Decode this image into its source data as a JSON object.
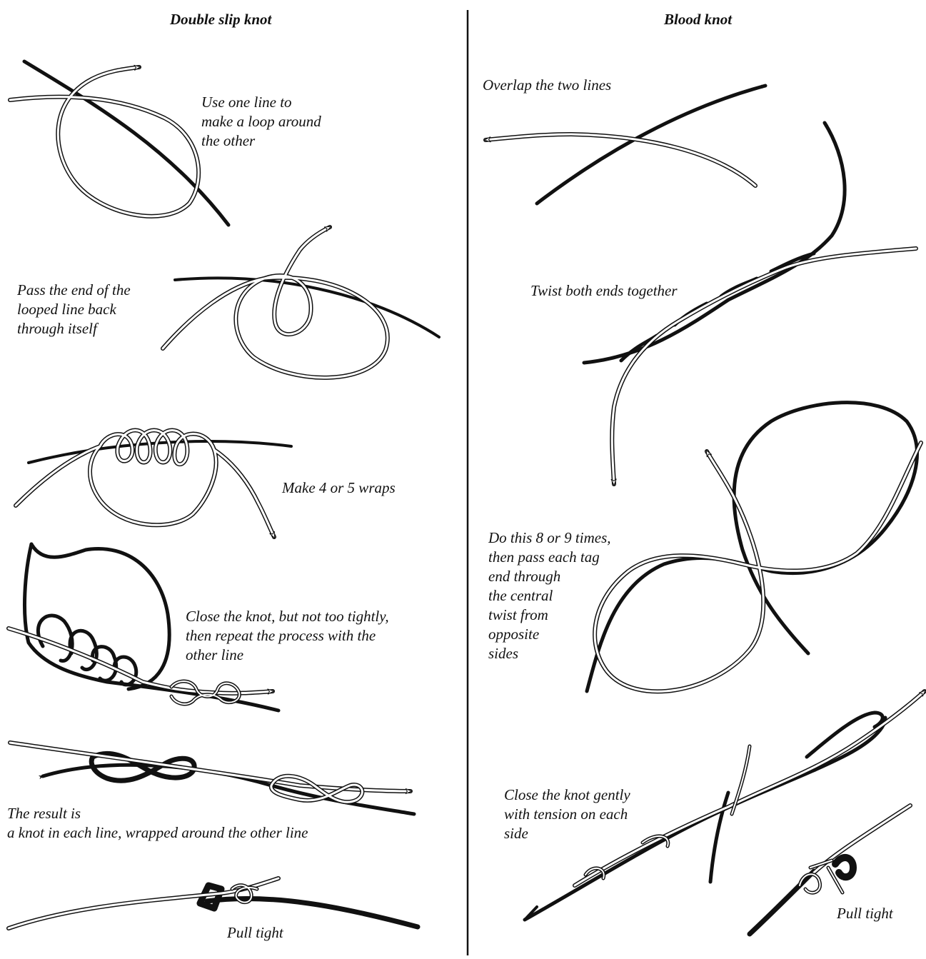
{
  "left": {
    "title": "Double slip knot",
    "steps": [
      "Use one line to\nmake a loop around\nthe other",
      "Pass the end of the\nlooped line back\nthrough itself",
      "Make 4 or 5 wraps",
      "Close the knot, but not too tightly,\nthen repeat the process with the\nother line",
      "The result is\na knot in each line, wrapped around the other line",
      "Pull tight"
    ]
  },
  "right": {
    "title": "Blood knot",
    "steps": [
      "Overlap the two lines",
      "Twist both ends together",
      "Do this 8 or 9 times,\nthen pass each tag\nend through\nthe central\ntwist from\nopposite\nsides",
      "Close the knot gently\nwith tension on each\nside",
      "Pull tight"
    ]
  },
  "colors": {
    "ink": "#111111",
    "paper": "#ffffff"
  }
}
